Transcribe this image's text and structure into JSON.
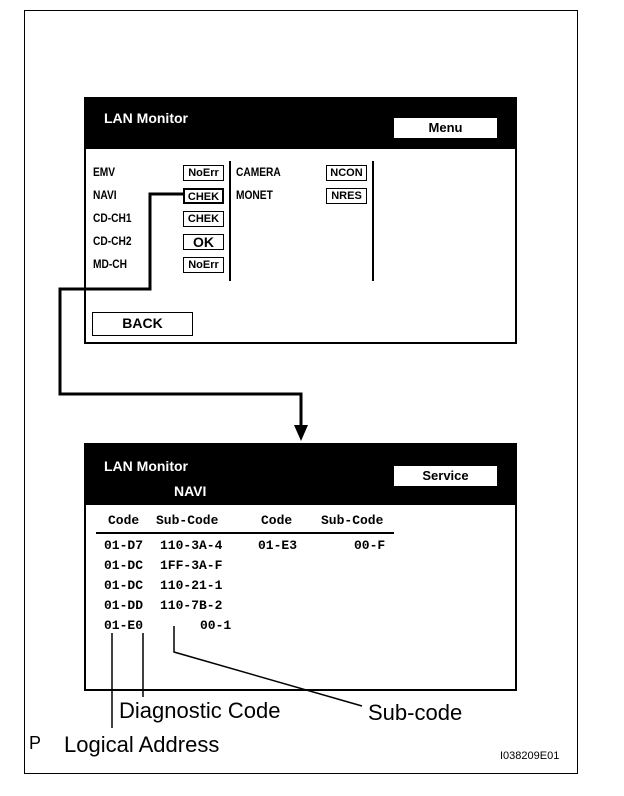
{
  "screen1": {
    "title": "LAN Monitor",
    "menu_button": "Menu",
    "col1": [
      {
        "label": "EMV",
        "status": "NoErr"
      },
      {
        "label": "NAVI",
        "status": "CHEK"
      },
      {
        "label": "CD-CH1",
        "status": "CHEK"
      },
      {
        "label": "CD-CH2",
        "status": "OK"
      },
      {
        "label": "MD-CH",
        "status": "NoErr"
      }
    ],
    "col2": [
      {
        "label": "CAMERA",
        "status": "NCON"
      },
      {
        "label": "MONET",
        "status": "NRES"
      }
    ],
    "back_button": "BACK"
  },
  "screen2": {
    "title": "LAN Monitor",
    "subtitle": "NAVI",
    "service_button": "Service",
    "headers": [
      "Code",
      "Sub-Code",
      "Code",
      "Sub-Code"
    ],
    "rows": [
      {
        "code": "01-D7",
        "sub": "110-3A-4",
        "code2": "01-E3",
        "sub2": "00-F"
      },
      {
        "code": "01-DC",
        "sub": "1FF-3A-F",
        "code2": "",
        "sub2": ""
      },
      {
        "code": "01-DC",
        "sub": "110-21-1",
        "code2": "",
        "sub2": ""
      },
      {
        "code": "01-DD",
        "sub": "110-7B-2",
        "code2": "",
        "sub2": ""
      },
      {
        "code": "01-E0",
        "sub": "00-1",
        "code2": "",
        "sub2": ""
      }
    ]
  },
  "annotations": {
    "diagnostic_code": "Diagnostic Code",
    "sub_code": "Sub-code",
    "logical_address": "Logical Address"
  },
  "page_marker": "P",
  "image_id": "I038209E01"
}
